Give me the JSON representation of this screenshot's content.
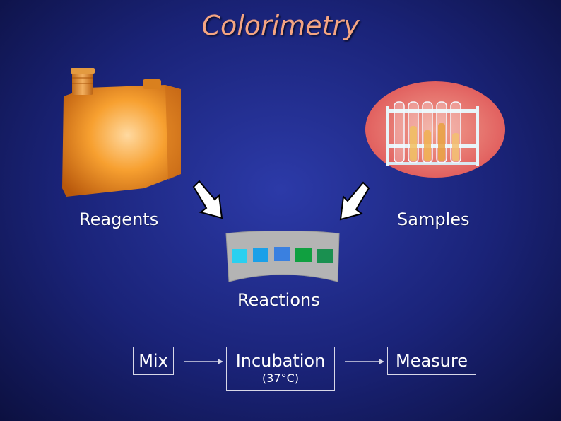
{
  "title": "Colorimetry",
  "labels": {
    "reagents": "Reagents",
    "samples": "Samples",
    "reactions": "Reactions"
  },
  "steps": {
    "mix": "Mix",
    "incubation": "Incubation",
    "incubation_temp": "(37°C)",
    "measure": "Measure"
  },
  "colors": {
    "title": "#f5a582",
    "reagent_bottle": "#f08a1e",
    "sample_oval": "#e86060",
    "wells": [
      "#2ad0f0",
      "#1aa0e8",
      "#3a80e0",
      "#10a040",
      "#1a9050"
    ]
  }
}
